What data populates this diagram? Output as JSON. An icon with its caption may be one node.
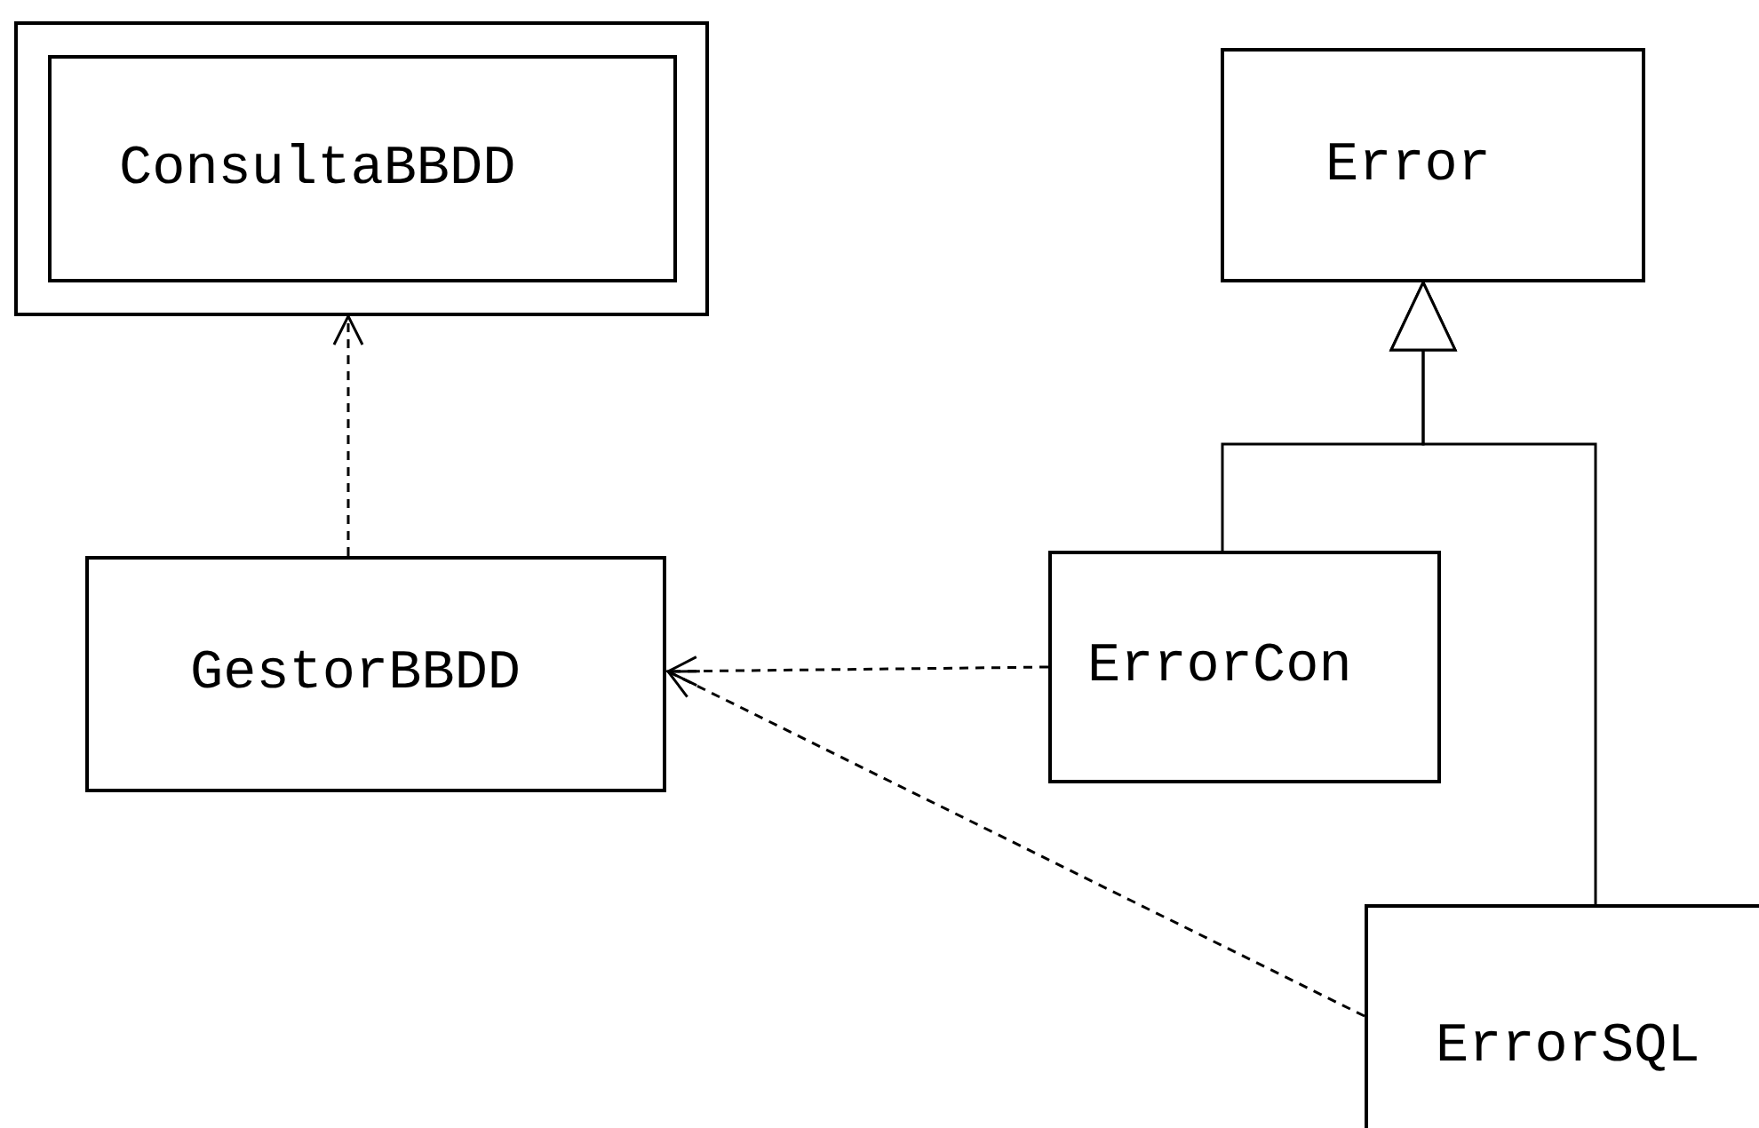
{
  "diagram": {
    "nodes": [
      {
        "text": [],
        "shape": "box"
      },
      {
        "text": [
          "ConsultaBBDD"
        ],
        "in": 0
      },
      {
        "text": [
          "Error"
        ]
      },
      {
        "text": [
          "GestorBBDD"
        ]
      },
      {
        "text": [
          "ErrorCon"
        ]
      },
      {
        "text": [
          "ErrorSQL"
        ]
      }
    ],
    "edges": [
      {
        "from": 3,
        "to": 0,
        "arrow": "to",
        "style": "dashed"
      },
      {
        "from": 4,
        "to": 3,
        "arrow": "to",
        "style": "dashed"
      },
      {
        "from": 5,
        "to": 3,
        "arrow": "to",
        "style": "dashed"
      },
      {
        "from": 4,
        "to": 2,
        "arrow": "to"
      },
      {
        "from": 5,
        "to": 2,
        "arrow": "to"
      }
    ]
  }
}
